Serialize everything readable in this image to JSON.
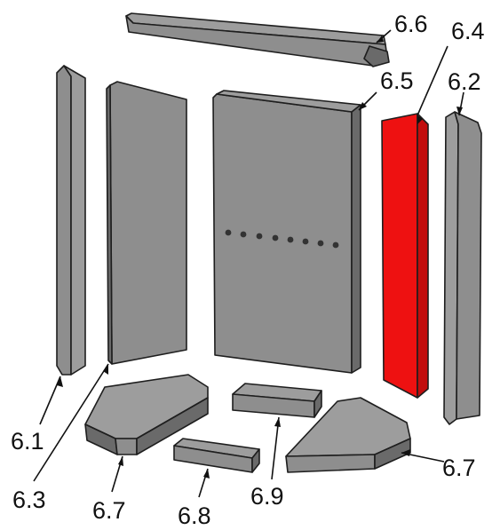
{
  "colors": {
    "face": "#8e8e8e",
    "face_light": "#9d9d9d",
    "side": "#6a6a6a",
    "edge": "#1e1e1e",
    "highlight": "#ee1111",
    "highlight_side": "#c20d0d",
    "label": "#111111"
  },
  "labels": {
    "p61": "6.1",
    "p62": "6.2",
    "p63": "6.3",
    "p64": "6.4",
    "p65": "6.5",
    "p66": "6.6",
    "p67_left": "6.7",
    "p67_right": "6.7",
    "p68": "6.8",
    "p69": "6.9"
  },
  "highlighted_part": "6.4"
}
